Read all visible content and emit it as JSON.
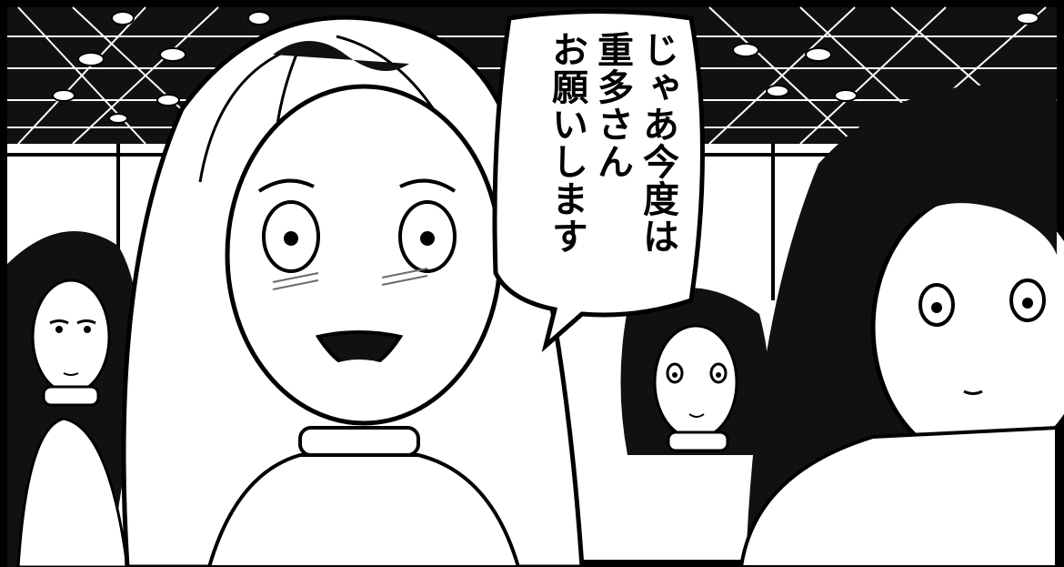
{
  "panel": {
    "speech_bubble": {
      "lines": [
        "じゃあ今度は",
        "重多さん",
        "お願いします"
      ]
    }
  },
  "colors": {
    "ink": "#000000",
    "paper": "#ffffff",
    "tone": "#6b6b6b"
  }
}
